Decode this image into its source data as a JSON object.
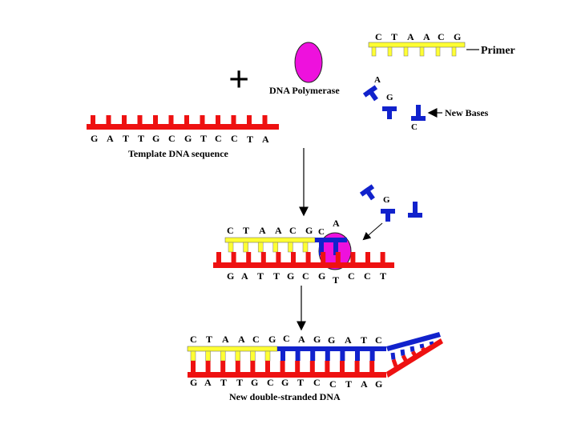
{
  "labels": {
    "primer": "Primer",
    "dna_polymerase": "DNA Polymerase",
    "new_bases": "New Bases",
    "template_dna_sequence": "Template DNA sequence",
    "new_double_stranded_dna": "New double-stranded DNA",
    "plus_sign": "+"
  },
  "sequences": {
    "primer_top": [
      "C",
      "T",
      "A",
      "A",
      "C",
      "G"
    ],
    "template_top": [
      "G",
      "A",
      "T",
      "T",
      "G",
      "C",
      "G",
      "T",
      "C",
      "C",
      "T",
      "A"
    ],
    "free_bases_top": [
      "A",
      "G",
      "C"
    ],
    "free_bases_middle": [
      "G"
    ],
    "middle_upper": [
      "C",
      "T",
      "A",
      "A",
      "C",
      "G",
      "C",
      "A"
    ],
    "middle_lower": [
      "G",
      "A",
      "T",
      "T",
      "G",
      "C",
      "G",
      "T",
      "C",
      "C",
      "T"
    ],
    "bottom_upper": [
      "C",
      "T",
      "A",
      "A",
      "C",
      "G",
      "C",
      "A",
      "G",
      "G",
      "A",
      "T",
      "C"
    ],
    "bottom_lower": [
      "G",
      "A",
      "T",
      "T",
      "G",
      "C",
      "G",
      "T",
      "C",
      "C",
      "T",
      "A",
      "G"
    ]
  },
  "colors": {
    "template_strand": "#ee1111",
    "primer_strand": "#ffff33",
    "new_bases": "#1122cc",
    "polymerase": "#ee11dd",
    "text": "#000000"
  }
}
